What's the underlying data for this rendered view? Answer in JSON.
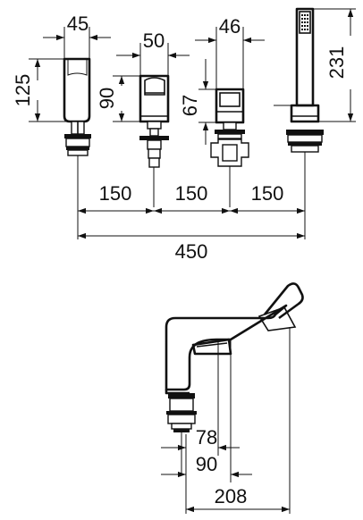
{
  "dimensions": {
    "handle1_width": "45",
    "handle2_width": "50",
    "handle3_width": "46",
    "handle1_height": "125",
    "handle2_height": "90",
    "handle3_height": "67",
    "shower_height": "231",
    "spacing_1": "150",
    "spacing_2": "150",
    "spacing_3": "150",
    "total_width": "450",
    "spout_78": "78",
    "spout_90": "90",
    "spout_208": "208"
  }
}
